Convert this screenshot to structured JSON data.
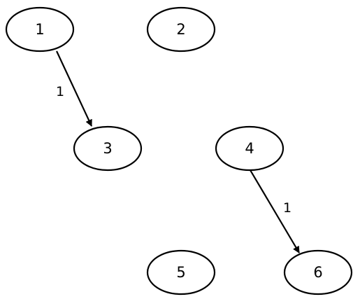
{
  "colors": {
    "stroke": "#000000",
    "fill": "#ffffff",
    "text": "#000000"
  },
  "graph": {
    "nodes": [
      {
        "id": "1",
        "label": "1"
      },
      {
        "id": "2",
        "label": "2"
      },
      {
        "id": "3",
        "label": "3"
      },
      {
        "id": "4",
        "label": "4"
      },
      {
        "id": "5",
        "label": "5"
      },
      {
        "id": "6",
        "label": "6"
      }
    ],
    "edges": [
      {
        "from": "1",
        "to": "3",
        "label": "1",
        "directed": true
      },
      {
        "from": "4",
        "to": "6",
        "label": "1",
        "directed": true
      }
    ]
  }
}
